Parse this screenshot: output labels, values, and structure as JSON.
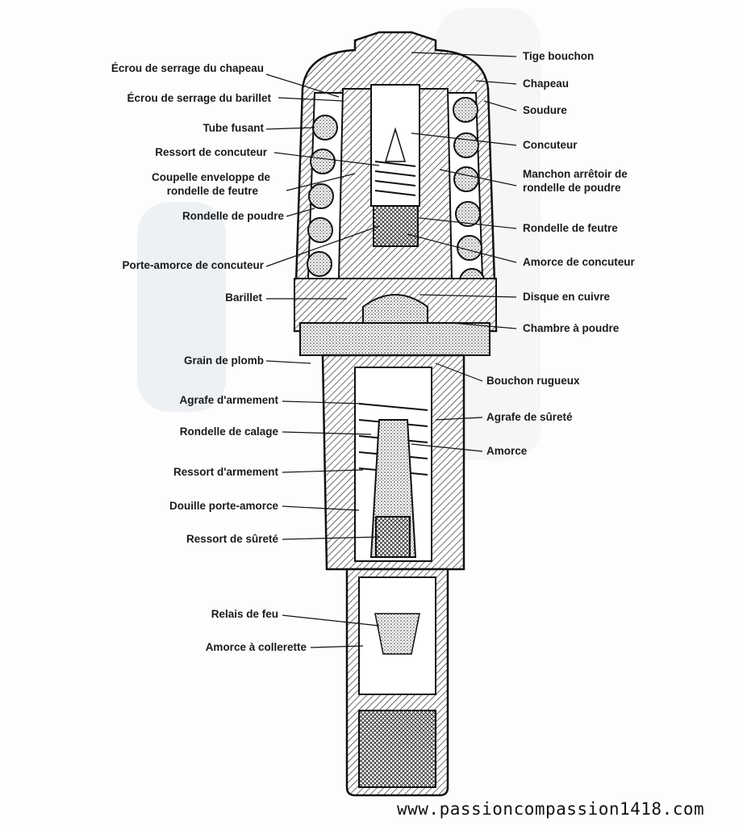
{
  "diagram": {
    "left_labels": [
      "Écrou de serrage du chapeau",
      "Écrou de serrage du barillet",
      "Tube fusant",
      "Ressort de concuteur",
      "Coupelle enveloppe de",
      "rondelle de feutre",
      "Rondelle de poudre",
      "Porte-amorce de concuteur",
      "Barillet",
      "Grain de plomb",
      "Agrafe d'armement",
      "Rondelle de calage",
      "Ressort d'armement",
      "Douille porte-amorce",
      "Ressort de sûreté",
      "Relais de feu",
      "Amorce à collerette"
    ],
    "right_labels": [
      "Tige bouchon",
      "Chapeau",
      "Soudure",
      "Concuteur",
      "Manchon arrêtoir de",
      "rondelle de poudre",
      "Rondelle de feutre",
      "Amorce de concuteur",
      "Disque en cuivre",
      "Chambre à poudre",
      "Bouchon rugueux",
      "Agrafe de sûreté",
      "Amorce"
    ],
    "watermark": "www.passioncompassion1418.com"
  }
}
